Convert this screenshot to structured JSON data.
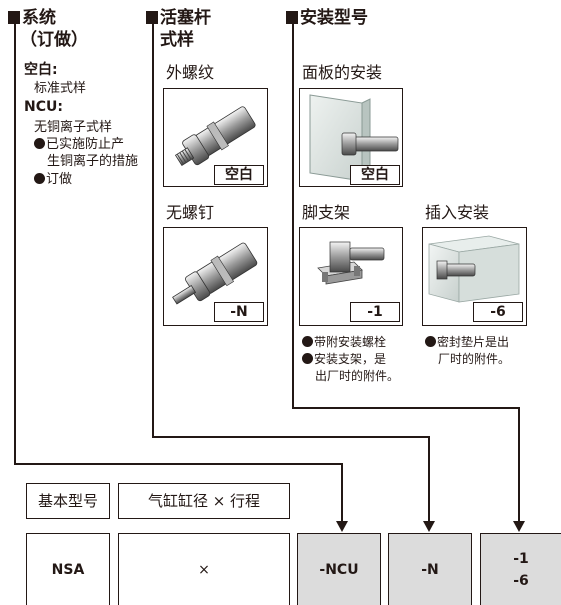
{
  "sections": {
    "system": {
      "title_line1": "系统",
      "title_line2": "（订做）",
      "blank_label": "空白:",
      "blank_desc": "标准式样",
      "ncu_label": "NCU:",
      "ncu_desc": "无铜离子式样",
      "ncu_bullet1_line1": "已实施防止产",
      "ncu_bullet1_line2": "生铜离子的措施",
      "ncu_bullet2": "订做"
    },
    "rod_end": {
      "title_line1": "活塞杆",
      "title_line2": "式样",
      "options": [
        {
          "label": "外螺纹",
          "code": "空白",
          "image_icon": "male-thread-cylinder-photo"
        },
        {
          "label": "无螺钉",
          "code": "-N",
          "image_icon": "no-thread-cylinder-photo"
        }
      ]
    },
    "mounting": {
      "title": "安装型号",
      "options": [
        {
          "label": "面板的安装",
          "code": "空白",
          "image_icon": "panel-mount-photo"
        },
        {
          "label": "脚支架",
          "code": "-1",
          "image_icon": "foot-bracket-photo",
          "note_line1": "带附安装螺栓",
          "note_line2": "安装支架，是",
          "note_line3": "出厂时的附件。"
        },
        {
          "label": "插入安装",
          "code": "-6",
          "image_icon": "insert-mount-photo",
          "note_line1": "密封垫片是出",
          "note_line2": "厂时的附件。"
        }
      ]
    }
  },
  "model_table": {
    "header_basic": "基本型号",
    "header_bore": "气缸缸径 × 行程",
    "cell_basic": "NSA",
    "cell_bore": "×",
    "cell_system": "-NCU",
    "cell_rod": "-N",
    "cell_mount_line1": "-1",
    "cell_mount_line2": "-6"
  },
  "colors": {
    "ink": "#231815",
    "gray_cell": "#dcdcdc"
  }
}
